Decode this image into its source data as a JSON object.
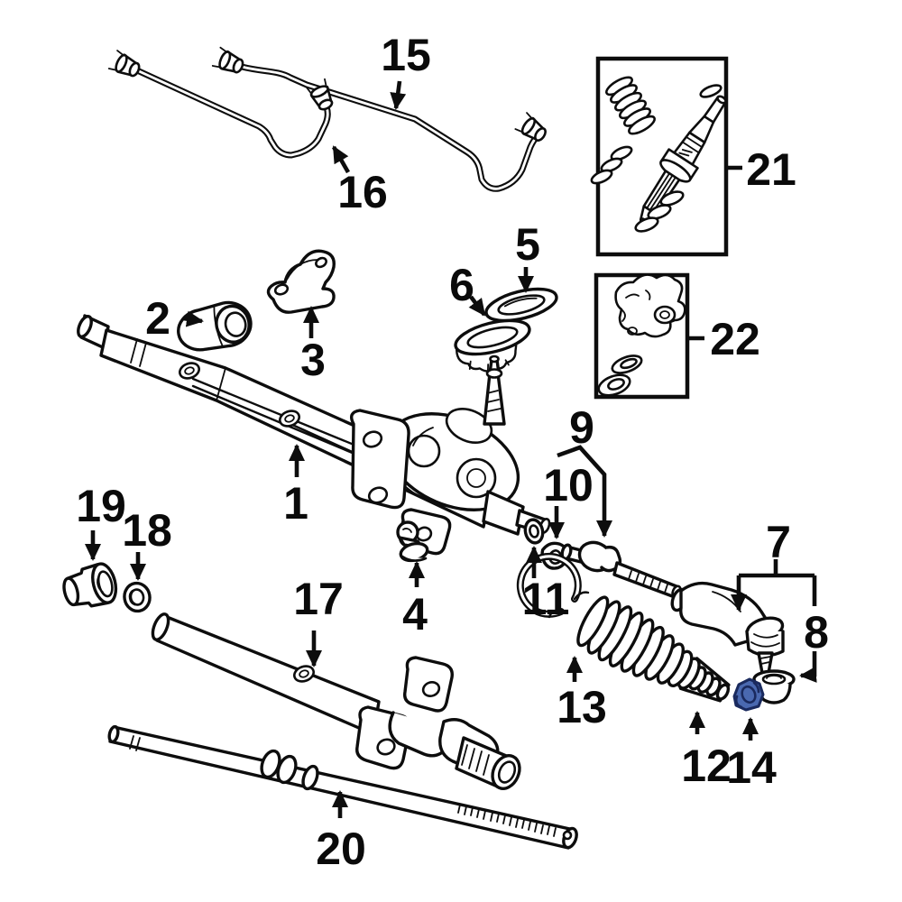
{
  "diagram_type": "exploded-parts-diagram",
  "colors": {
    "background": "#ffffff",
    "line": "#0d0d0d",
    "highlight_fill": "#4a69b0",
    "highlight_stroke": "#1a2a5e"
  },
  "highlighted_part": "14",
  "boxed_groups": [
    "21",
    "22"
  ],
  "parts": [
    {
      "number": "1"
    },
    {
      "number": "2"
    },
    {
      "number": "3"
    },
    {
      "number": "4"
    },
    {
      "number": "5"
    },
    {
      "number": "6"
    },
    {
      "number": "7"
    },
    {
      "number": "8"
    },
    {
      "number": "9"
    },
    {
      "number": "10"
    },
    {
      "number": "11"
    },
    {
      "number": "12"
    },
    {
      "number": "13"
    },
    {
      "number": "14"
    },
    {
      "number": "15"
    },
    {
      "number": "16"
    },
    {
      "number": "17"
    },
    {
      "number": "18"
    },
    {
      "number": "19"
    },
    {
      "number": "20"
    },
    {
      "number": "21"
    },
    {
      "number": "22"
    }
  ]
}
